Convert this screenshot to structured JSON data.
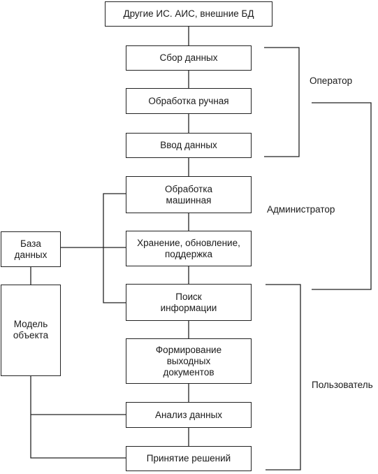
{
  "boxes": {
    "other_systems": "Другие ИС. АИС, внешние БД",
    "data_collection": "Сбор данных",
    "manual_processing": "Обработка ручная",
    "data_input": "Ввод данных",
    "machine_processing": "Обработка\nмашинная",
    "storage": "Хранение, обновление,\nподдержка",
    "search": "Поиск\nинформации",
    "output_docs": "Формирование\nвыходных\nдокументов",
    "data_analysis": "Анализ данных",
    "decision_making": "Принятие решений",
    "database": "База\nданных",
    "object_model": "Модель\nобъекта"
  },
  "roles": {
    "operator": "Оператор",
    "administrator": "Администратор",
    "user": "Пользователь"
  }
}
